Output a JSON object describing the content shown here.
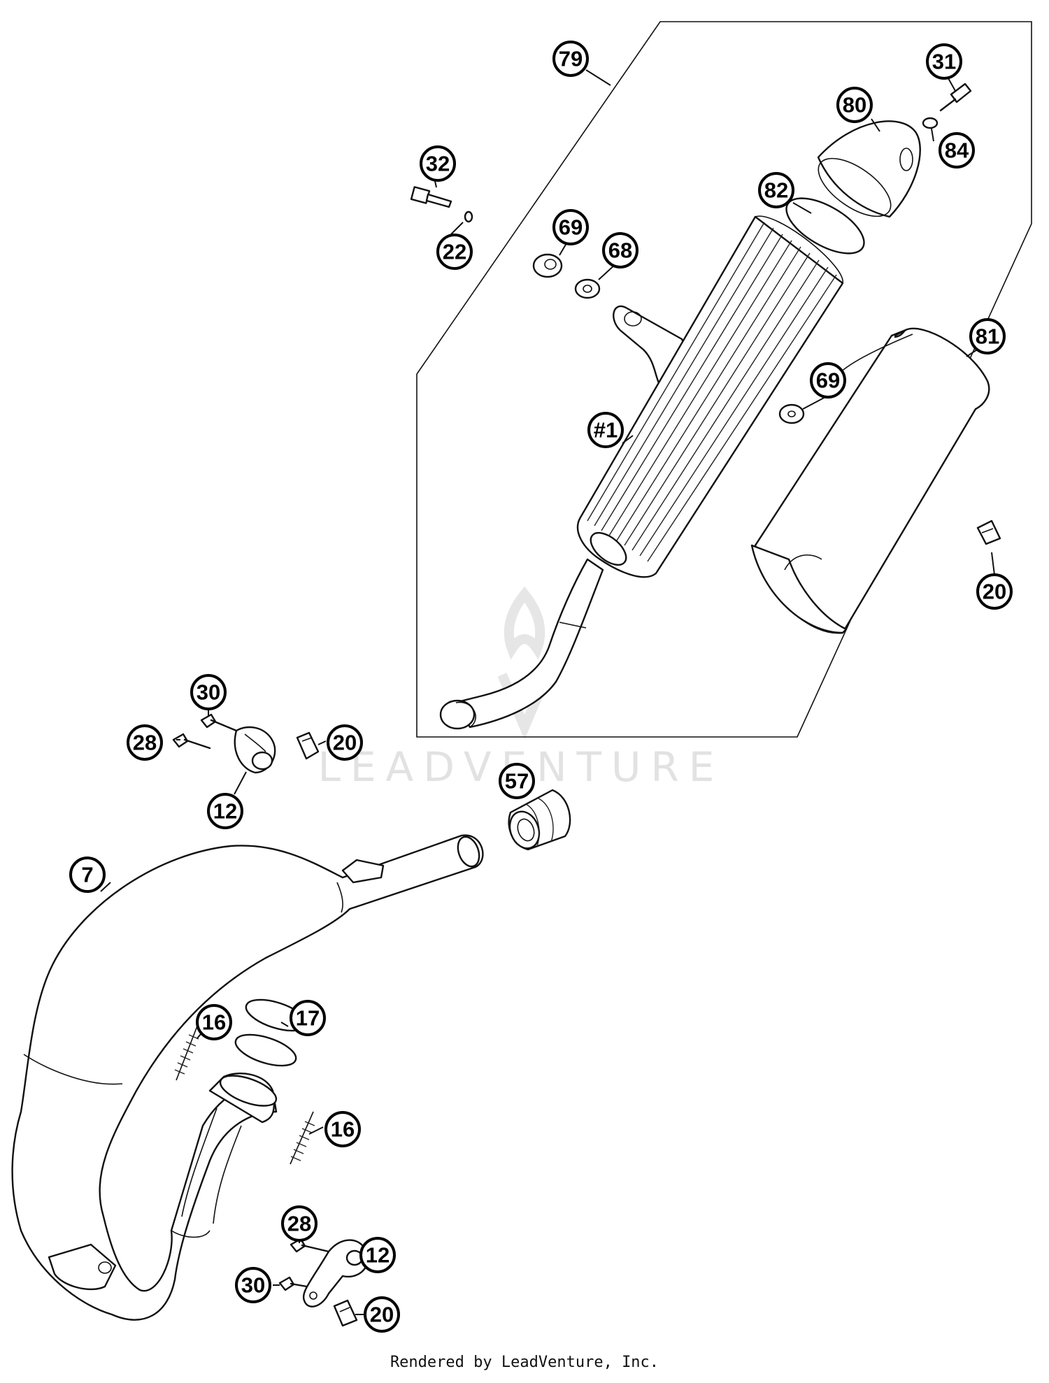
{
  "callouts": [
    {
      "id": "79",
      "label": "79"
    },
    {
      "id": "31",
      "label": "31"
    },
    {
      "id": "80",
      "label": "80"
    },
    {
      "id": "84",
      "label": "84"
    },
    {
      "id": "32",
      "label": "32"
    },
    {
      "id": "82",
      "label": "82"
    },
    {
      "id": "69a",
      "label": "69"
    },
    {
      "id": "68",
      "label": "68"
    },
    {
      "id": "22",
      "label": "22"
    },
    {
      "id": "81",
      "label": "81"
    },
    {
      "id": "69b",
      "label": "69"
    },
    {
      "id": "1",
      "label": "#1"
    },
    {
      "id": "20a",
      "label": "20"
    },
    {
      "id": "30a",
      "label": "30"
    },
    {
      "id": "28a",
      "label": "28"
    },
    {
      "id": "20b",
      "label": "20"
    },
    {
      "id": "12a",
      "label": "12"
    },
    {
      "id": "57",
      "label": "57"
    },
    {
      "id": "7",
      "label": "7"
    },
    {
      "id": "16a",
      "label": "16"
    },
    {
      "id": "17",
      "label": "17"
    },
    {
      "id": "16b",
      "label": "16"
    },
    {
      "id": "28b",
      "label": "28"
    },
    {
      "id": "12b",
      "label": "12"
    },
    {
      "id": "30b",
      "label": "30"
    },
    {
      "id": "20c",
      "label": "20"
    }
  ],
  "watermark": "LEADVENTURE",
  "footer": "Rendered by LeadVenture, Inc."
}
